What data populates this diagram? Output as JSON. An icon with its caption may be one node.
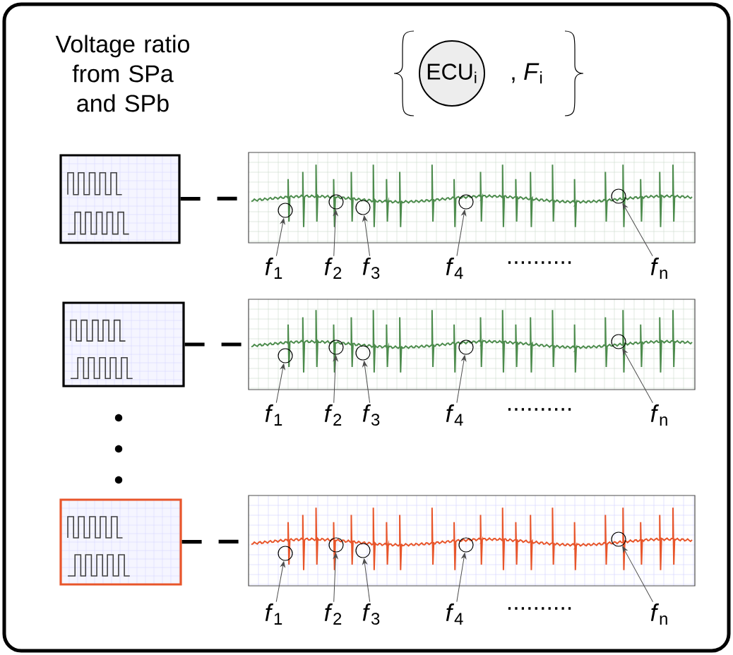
{
  "diagram": {
    "nodes": [
      {
        "text": [
          "ECU$_{i}$"
        ]
      },
      {
        "text": [],
        "shape": "picture"
      },
      {
        "text": [],
        "shape": "picture"
      },
      {
        "text": [],
        "shape": "circle",
        "in": 2
      },
      {
        "text": [],
        "shape": "circle",
        "in": 2
      },
      {
        "text": [],
        "shape": "circle",
        "in": 2
      },
      {
        "text": [],
        "shape": "circle",
        "in": 2
      },
      {
        "text": [],
        "shape": "circle",
        "in": 2
      },
      {
        "text": [
          "*f*$_{1}$"
        ]
      },
      {
        "text": [
          "*f*$_{2}$"
        ]
      },
      {
        "text": [
          "*f*$_{3}$"
        ]
      },
      {
        "text": [
          "*f*$_{4}$"
        ]
      },
      {
        "text": [
          "*f*$_{n}$"
        ]
      },
      {
        "text": [],
        "shape": "picture"
      },
      {
        "text": [],
        "shape": "picture"
      },
      {
        "text": [],
        "shape": "circle",
        "in": 14
      },
      {
        "text": [],
        "shape": "circle",
        "in": 14
      },
      {
        "text": [],
        "shape": "circle",
        "in": 14
      },
      {
        "text": [],
        "shape": "circle",
        "in": 14
      },
      {
        "text": [],
        "shape": "circle",
        "in": 14
      },
      {
        "text": [
          "*f*$_{1}$"
        ]
      },
      {
        "text": [
          "*f*$_{2}$"
        ]
      },
      {
        "text": [
          "*f*$_{3}$"
        ]
      },
      {
        "text": [
          "*f*$_{4}$"
        ]
      },
      {
        "text": [
          "*f*$_{n}$"
        ]
      },
      {
        "text": [],
        "shape": "picture"
      },
      {
        "text": [],
        "shape": "picture"
      },
      {
        "text": [],
        "shape": "circle",
        "in": 26
      },
      {
        "text": [],
        "shape": "circle",
        "in": 26
      },
      {
        "text": [],
        "shape": "circle",
        "in": 26
      },
      {
        "text": [],
        "shape": "circle",
        "in": 26
      },
      {
        "text": [],
        "shape": "circle",
        "in": 26
      },
      {
        "text": [
          "*f*$_{1}$"
        ]
      },
      {
        "text": [
          "*f*$_{2}$"
        ]
      },
      {
        "text": [
          "*f*$_{3}$"
        ]
      },
      {
        "text": [
          "*f*$_{4}$"
        ]
      },
      {
        "text": [
          "*f*$_{n}$"
        ]
      }
    ],
    "edges": [
      {
        "from": 1,
        "to": 2,
        "arrow": "none",
        "style": "dashed"
      },
      {
        "from": 8,
        "to": 3,
        "arrow": "to"
      },
      {
        "from": 9,
        "to": 4,
        "arrow": "to"
      },
      {
        "from": 10,
        "to": 5,
        "arrow": "to"
      },
      {
        "from": 11,
        "to": 6,
        "arrow": "to"
      },
      {
        "from": 12,
        "to": 7,
        "arrow": "to"
      },
      {
        "from": 13,
        "to": 14,
        "arrow": "none",
        "style": "dashed"
      },
      {
        "from": 20,
        "to": 15,
        "arrow": "to"
      },
      {
        "from": 21,
        "to": 16,
        "arrow": "to"
      },
      {
        "from": 22,
        "to": 17,
        "arrow": "to"
      },
      {
        "from": 23,
        "to": 18,
        "arrow": "to"
      },
      {
        "from": 24,
        "to": 19,
        "arrow": "to"
      },
      {
        "from": 25,
        "to": 26,
        "arrow": "none",
        "style": "dashed"
      },
      {
        "from": 32,
        "to": 27,
        "arrow": "to"
      },
      {
        "from": 33,
        "to": 28,
        "arrow": "to"
      },
      {
        "from": 34,
        "to": 29,
        "arrow": "to"
      },
      {
        "from": 35,
        "to": 30,
        "arrow": "to"
      },
      {
        "from": 36,
        "to": 31,
        "arrow": "to"
      }
    ],
    "labels": [
      "Voltage ratio from SPa and SPb",
      ", *F*$_{i}$",
      "..........",
      "..........",
      ".........."
    ]
  }
}
